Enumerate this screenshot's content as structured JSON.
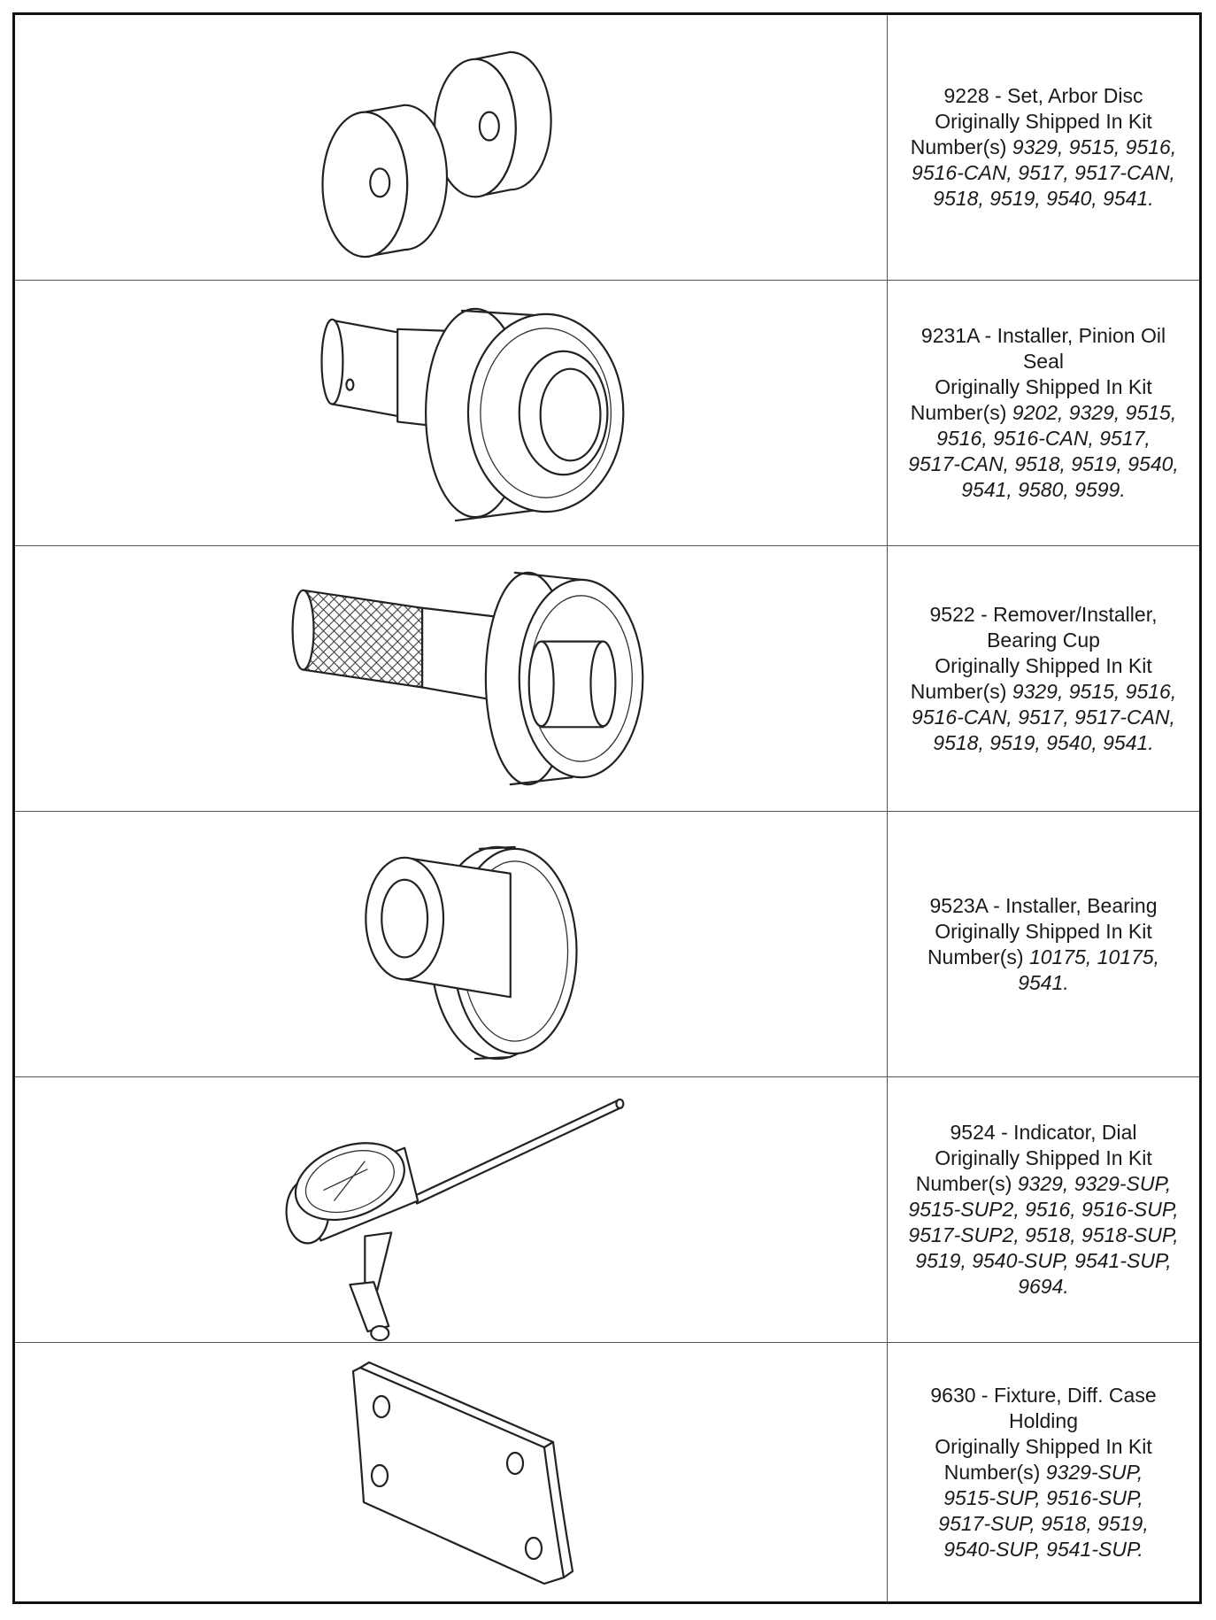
{
  "tools": [
    {
      "title_lines": [
        "9228 - Set, Arbor Disc",
        "Originally Shipped In Kit"
      ],
      "numbers_prefix": "Number(s)",
      "numbers_lines": [
        "9329, 9515, 9516,",
        "9516-CAN, 9517, 9517-CAN,",
        "9518, 9519, 9540, 9541."
      ],
      "icon": "arbor-disc-set-icon"
    },
    {
      "title_lines": [
        "9231A - Installer, Pinion Oil",
        "Seal",
        "Originally Shipped In Kit"
      ],
      "numbers_prefix": "Number(s)",
      "numbers_lines": [
        "9202, 9329, 9515,",
        "9516, 9516-CAN, 9517,",
        "9517-CAN, 9518, 9519, 9540,",
        "9541, 9580, 9599."
      ],
      "icon": "pinion-oil-seal-installer-icon"
    },
    {
      "title_lines": [
        "9522 - Remover/Installer,",
        "Bearing Cup",
        "Originally Shipped In Kit"
      ],
      "numbers_prefix": "Number(s)",
      "numbers_lines": [
        "9329, 9515, 9516,",
        "9516-CAN, 9517, 9517-CAN,",
        "9518, 9519, 9540, 9541."
      ],
      "icon": "bearing-cup-remover-installer-icon"
    },
    {
      "title_lines": [
        "9523A - Installer, Bearing",
        "Originally Shipped In Kit"
      ],
      "numbers_prefix": "Number(s)",
      "numbers_lines": [
        "10175, 10175,",
        "9541."
      ],
      "icon": "bearing-installer-icon"
    },
    {
      "title_lines": [
        "9524 - Indicator, Dial",
        "Originally Shipped In Kit"
      ],
      "numbers_prefix": "Number(s)",
      "numbers_lines": [
        "9329, 9329-SUP,",
        "9515-SUP2, 9516, 9516-SUP,",
        "9517-SUP2, 9518, 9518-SUP,",
        "9519, 9540-SUP, 9541-SUP,",
        "9694."
      ],
      "icon": "dial-indicator-icon"
    },
    {
      "title_lines": [
        "9630 - Fixture, Diff. Case",
        "Holding",
        "Originally Shipped In Kit"
      ],
      "numbers_prefix": "Number(s)",
      "numbers_lines": [
        "9329-SUP,",
        "9515-SUP, 9516-SUP,",
        "9517-SUP, 9518, 9519,",
        "9540-SUP, 9541-SUP."
      ],
      "icon": "diff-case-holding-fixture-icon"
    }
  ]
}
